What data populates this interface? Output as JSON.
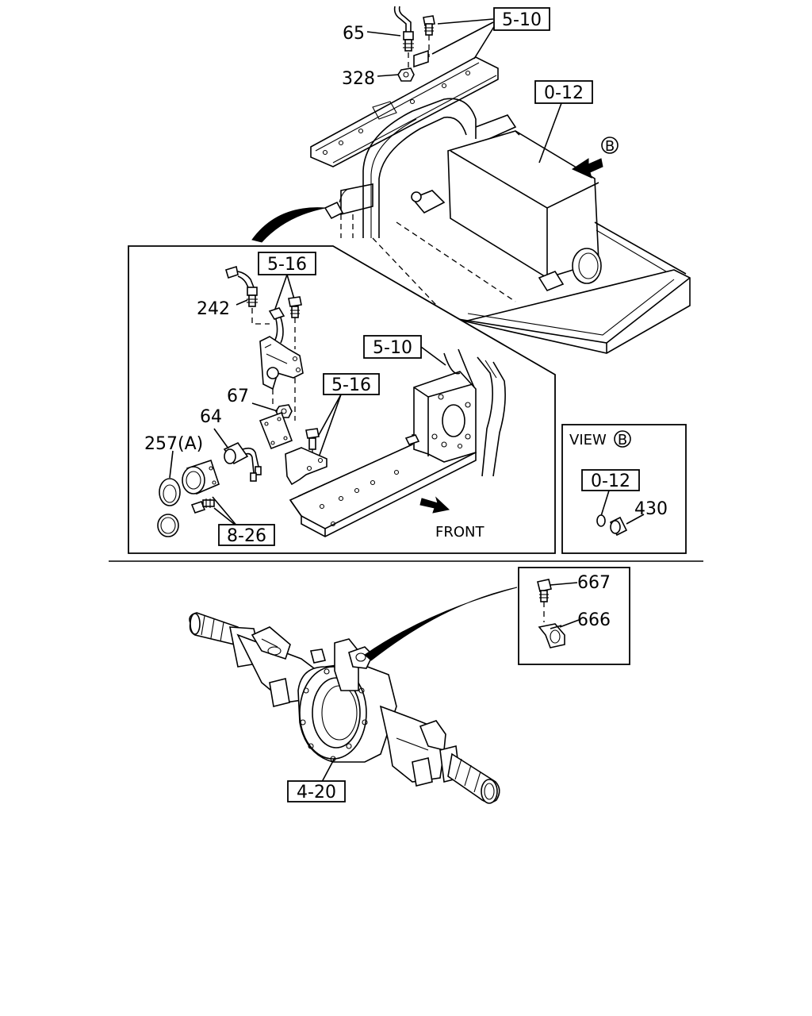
{
  "labels": {
    "p65": "65",
    "p328": "328",
    "ref_5_10_top": "5-10",
    "ref_0_12_top": "0-12",
    "view_b_marker": "B",
    "p242": "242",
    "ref_5_16_a": "5-16",
    "ref_5_10_mid": "5-10",
    "ref_5_16_b": "5-16",
    "p67": "67",
    "p64": "64",
    "p257a": "257(A)",
    "ref_8_26": "8-26",
    "front": "FRONT",
    "view_text": "VIEW",
    "view_marker": "B",
    "ref_0_12_view": "0-12",
    "p430": "430",
    "p667": "667",
    "p666": "666",
    "ref_4_20": "4-20"
  }
}
